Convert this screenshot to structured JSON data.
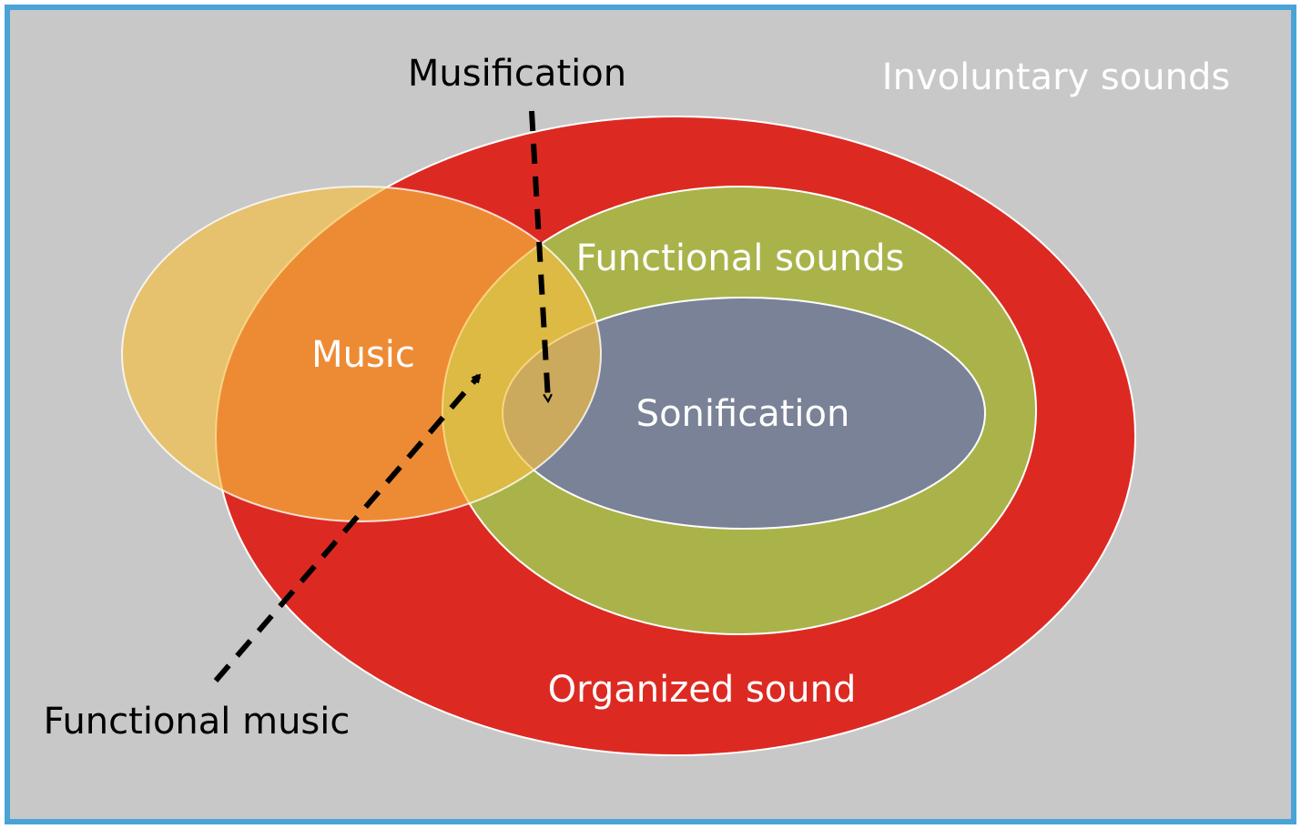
{
  "colors": {
    "frame_border": "#4aa3d6",
    "background": "#c8c8c8",
    "organized_sound": "#dc2a22",
    "functional_sounds": "#aab34a",
    "sonification": "#798296",
    "music": "#f6bd40",
    "outline": "#ffffff",
    "arrow": "#000000",
    "label_light": "#ffffff",
    "label_dark": "#000000"
  },
  "labels": {
    "involuntary_sounds": "Involuntary sounds",
    "musification": "Musification",
    "functional_sounds": "Functional sounds",
    "music": "Music",
    "sonification": "Sonification",
    "organized_sound": "Organized sound",
    "functional_music": "Functional music"
  }
}
